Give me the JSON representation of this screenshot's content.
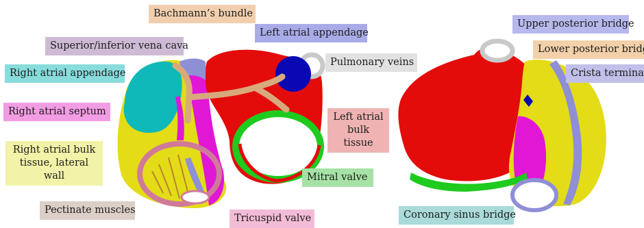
{
  "labels": {
    "bachmann": "Bachmann’s bundle",
    "left_appendage": "Left atrial appendage",
    "vena_cava": "Superior/inferior vena cava",
    "pulmonary_veins": "Pulmonary veins",
    "right_appendage": "Right atrial appendage",
    "right_septum": "Right atrial septum",
    "left_bulk": "Left atrial bulk tissue",
    "right_bulk": "Right atrial bulk tissue, lateral wall",
    "mitral_valve": "Mitral valve",
    "pectinate": "Pectinate muscles",
    "tricuspid": "Tricuspid valve",
    "upper_posterior": "Upper posterior bridge",
    "lower_posterior": "Lower posterior bridge",
    "crista": "Crista terminalis",
    "coronary_sinus": "Coronary sinus bridge"
  },
  "colors": {
    "bachmann": "#f1cfae",
    "left_appendage": "#a9abe9",
    "vena_cava": "#cdbbd5",
    "pulmonary_veins": "#e1e1e1",
    "right_appendage": "#88dcdc",
    "right_septum": "#f29ce3",
    "left_bulk": "#f0b3b3",
    "right_bulk": "#f2f2a8",
    "mitral_valve": "#a6e2a6",
    "pectinate": "#dccfc8",
    "tricuspid": "#f2bcd6",
    "upper_posterior": "#b7b8ec",
    "lower_posterior": "#f3d0aa",
    "crista": "#c0c0e8",
    "coronary_sinus": "#aadada",
    "tissue_red": "#e40b0b",
    "tissue_yellow": "#e3dc17",
    "tissue_cyan": "#0fb9b9",
    "tissue_magenta": "#e117d6",
    "tissue_blue": "#0909b3",
    "tissue_green": "#1ecb1e",
    "tissue_tan": "#d8a97c",
    "tissue_pink": "#d07a9a",
    "tissue_lavender": "#8f8fd6"
  }
}
